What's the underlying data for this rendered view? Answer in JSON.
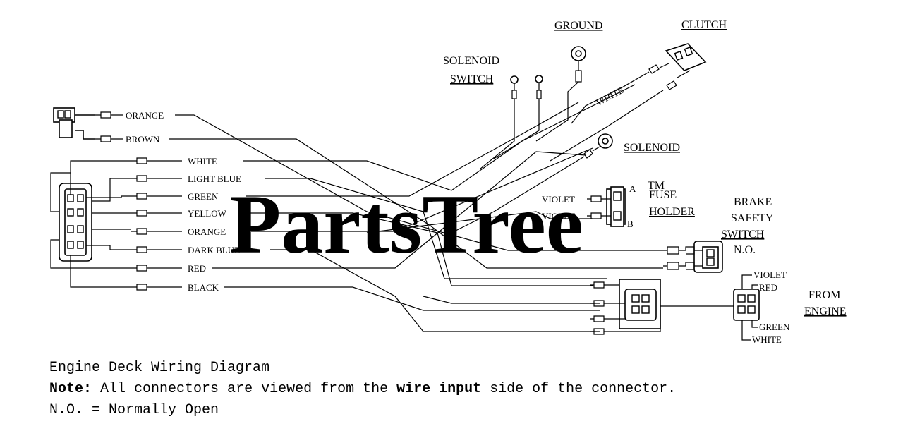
{
  "diagram": {
    "watermark": "PartsTree",
    "watermark_tm": "TM",
    "labels": {
      "ground": "GROUND",
      "clutch": "CLUTCH",
      "solenoid_switch_1": "SOLENOID",
      "solenoid_switch_2": "SWITCH",
      "solenoid": "SOLENOID",
      "white_clutch": "WHITE",
      "fuse_holder_1": "FUSE",
      "fuse_holder_2": "HOLDER",
      "fuse_a": "A",
      "fuse_b": "B",
      "brake_1": "BRAKE",
      "brake_2": "SAFETY",
      "brake_3": "SWITCH",
      "brake_4": "N.O.",
      "from_engine_1": "FROM",
      "from_engine_2": "ENGINE"
    },
    "left_wires_top": [
      "ORANGE",
      "BROWN"
    ],
    "left_wires": [
      "WHITE",
      "LIGHT BLUE",
      "GREEN",
      "YELLOW",
      "ORANGE",
      "DARK BLUE",
      "RED",
      "BLACK"
    ],
    "fuse_wires": [
      "VIOLET",
      "VIOLET"
    ],
    "engine_wires": [
      "VIOLET",
      "RED",
      "GREEN",
      "WHITE"
    ]
  },
  "caption": {
    "title": "Engine Deck Wiring Diagram",
    "note_label": "Note:",
    "note_text_1": "All connectors are viewed from the ",
    "note_bold": "wire input",
    "note_text_2": " side of the connector.",
    "no_line": "N.O. = Normally Open"
  }
}
